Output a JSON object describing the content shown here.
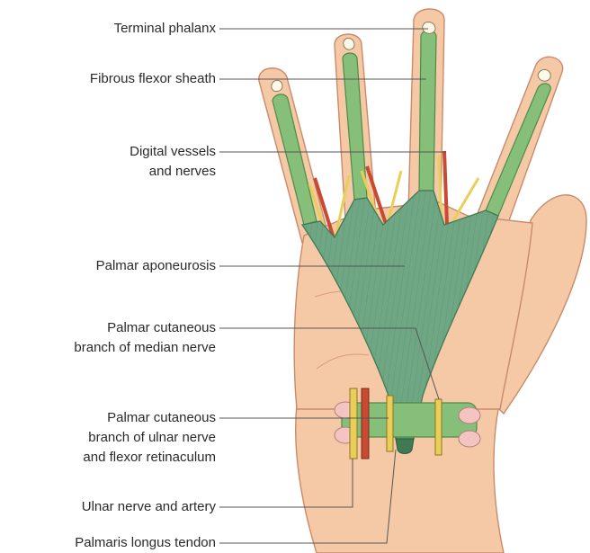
{
  "colors": {
    "skin": "#f6c9a6",
    "skin_outline": "#c98a6a",
    "tendon": "#86bf7a",
    "tendon_outline": "#4f8a48",
    "aponeurosis": "#6fa784",
    "nerve": "#e9cf5a",
    "artery": "#c94a33",
    "leader_line": "#555555"
  },
  "labels": {
    "terminal_phalanx": "Terminal phalanx",
    "fibrous_flexor_sheath": "Fibrous flexor sheath",
    "digital_vessels_line1": "Digital vessels",
    "digital_vessels_line2": "and nerves",
    "palmar_aponeurosis": "Palmar aponeurosis",
    "palmar_cutaneous_median_line1": "Palmar cutaneous",
    "palmar_cutaneous_median_line2": "branch of median nerve",
    "palmar_cutaneous_ulnar_line1": "Palmar cutaneous",
    "palmar_cutaneous_ulnar_line2": "branch of ulnar nerve",
    "palmar_cutaneous_ulnar_line3": "and flexor retinaculum",
    "ulnar_nerve_artery": "Ulnar nerve and artery",
    "palmaris_longus": "Palmaris longus tendon"
  }
}
